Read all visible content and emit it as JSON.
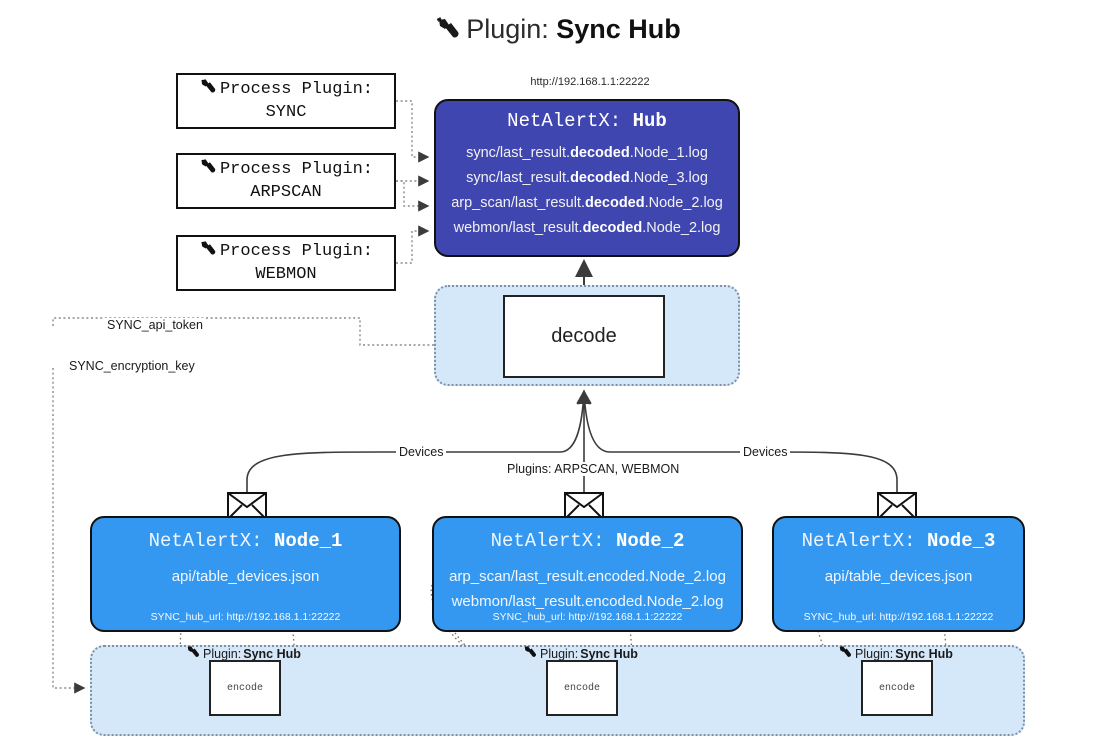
{
  "title": {
    "prefix": "Plugin:",
    "name": "Sync Hub",
    "icon": "plug-icon"
  },
  "hub": {
    "url": "http://192.168.1.1:22222",
    "header_prefix": "NetAlertX:",
    "header_name": "Hub",
    "lines": [
      {
        "pre": "sync/last_result.",
        "bold": "decoded",
        "post": ".Node_1.log"
      },
      {
        "pre": "sync/last_result.",
        "bold": "decoded",
        "post": ".Node_3.log"
      },
      {
        "pre": "arp_scan/last_result.",
        "bold": "decoded",
        "post": ".Node_2.log"
      },
      {
        "pre": "webmon/last_result.",
        "bold": "decoded",
        "post": ".Node_2.log"
      }
    ],
    "color": "#4046b0"
  },
  "process_plugins": [
    {
      "line1": "Process Plugin:",
      "line2": "SYNC",
      "icon": "plug-icon"
    },
    {
      "line1": "Process Plugin:",
      "line2": "ARPSCAN",
      "icon": "plug-icon"
    },
    {
      "line1": "Process Plugin:",
      "line2": "WEBMON",
      "icon": "plug-icon"
    }
  ],
  "decode": {
    "label": "decode",
    "container_color": "#d4e8f9"
  },
  "settings_edges": {
    "api_token": "SYNC_api_token",
    "encryption_key": "SYNC_encryption_key"
  },
  "edge_labels": {
    "devices_left": "Devices",
    "devices_right": "Devices",
    "plugins_center": "Plugins: ARPSCAN, WEBMON"
  },
  "nodes": [
    {
      "header_prefix": "NetAlertX:",
      "header_name": "Node_1",
      "lines": [
        "api/table_devices.json"
      ],
      "footer": "SYNC_hub_url: http://192.168.1.1:22222",
      "color": "#3498f0"
    },
    {
      "header_prefix": "NetAlertX:",
      "header_name": "Node_2",
      "lines": [
        "arp_scan/last_result.encoded.Node_2.log",
        "webmon/last_result.encoded.Node_2.log"
      ],
      "footer": "SYNC_hub_url: http://192.168.1.1:22222",
      "color": "#3498f0"
    },
    {
      "header_prefix": "NetAlertX:",
      "header_name": "Node_3",
      "lines": [
        "api/table_devices.json"
      ],
      "footer": "SYNC_hub_url: http://192.168.1.1:22222",
      "color": "#3498f0"
    }
  ],
  "encoders": [
    {
      "label": "encode",
      "plugin_prefix": "Plugin:",
      "plugin_name": "Sync Hub"
    },
    {
      "label": "encode",
      "plugin_prefix": "Plugin:",
      "plugin_name": "Sync Hub"
    },
    {
      "label": "encode",
      "plugin_prefix": "Plugin:",
      "plugin_name": "Sync Hub"
    }
  ]
}
